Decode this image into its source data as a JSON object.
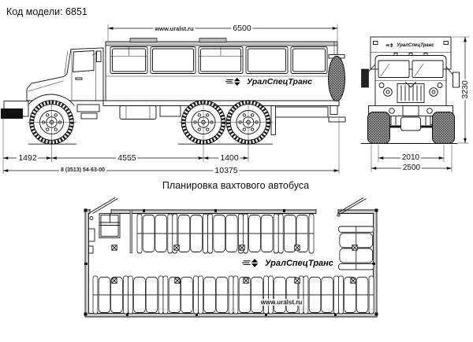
{
  "header": {
    "model_code": "Код модели: 6851"
  },
  "brand": {
    "name": "УралСпецТранс",
    "website": "www.uralst.ru",
    "phone": "8 (3513) 54-63-00"
  },
  "side_view": {
    "dim_body_length": "6500",
    "dim_front_overhang": "1492",
    "dim_wheelbase": "4555",
    "dim_bogie_base": "1400",
    "dim_overall_length": "10375"
  },
  "front_view": {
    "dim_track": "2010",
    "dim_overall_width": "2500",
    "dim_overall_height": "3230"
  },
  "floor_plan": {
    "title": "Планировка вахтового автобуса"
  }
}
